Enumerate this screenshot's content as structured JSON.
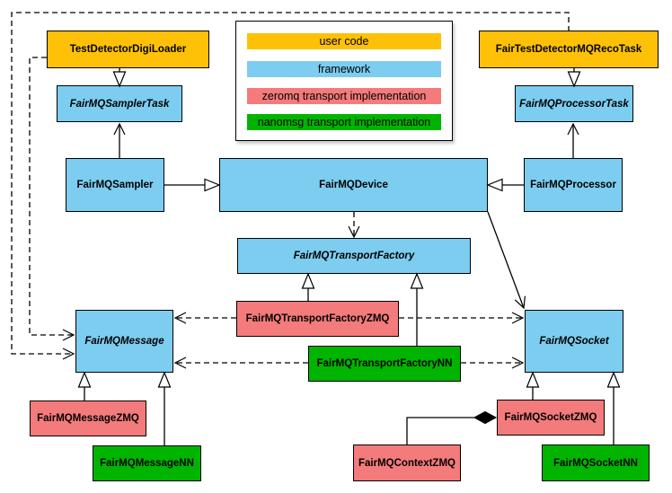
{
  "colors": {
    "user_code": "#FFC107",
    "framework": "#7CCDF0",
    "zeromq": "#F47B7B",
    "nanomsg": "#00B400",
    "edge": "#000000",
    "background": "#FFFFFF"
  },
  "legend": {
    "items": [
      {
        "label": "user code",
        "color": "#FFC107"
      },
      {
        "label": "framework",
        "color": "#7CCDF0"
      },
      {
        "label": "zeromq transport implementation",
        "color": "#F47B7B"
      },
      {
        "label": "nanomsg transport implementation",
        "color": "#00B400"
      }
    ]
  },
  "nodes": {
    "test_detector_digi_loader": {
      "label": "TestDetectorDigiLoader",
      "category": "user code",
      "abstract": false
    },
    "fairmq_sampler_task": {
      "label": "FairMQSamplerTask",
      "category": "framework",
      "abstract": true
    },
    "fair_test_detector_mq_reco_task": {
      "label": "FairTestDetectorMQRecoTask",
      "category": "user code",
      "abstract": false
    },
    "fairmq_processor_task": {
      "label": "FairMQProcessorTask",
      "category": "framework",
      "abstract": true
    },
    "fairmq_sampler": {
      "label": "FairMQSampler",
      "category": "framework",
      "abstract": false
    },
    "fairmq_device": {
      "label": "FairMQDevice",
      "category": "framework",
      "abstract": false
    },
    "fairmq_processor": {
      "label": "FairMQProcessor",
      "category": "framework",
      "abstract": false
    },
    "fairmq_transport_factory": {
      "label": "FairMQTransportFactory",
      "category": "framework",
      "abstract": true
    },
    "fairmq_transport_factory_zmq": {
      "label": "FairMQTransportFactoryZMQ",
      "category": "zeromq",
      "abstract": false
    },
    "fairmq_transport_factory_nn": {
      "label": "FairMQTransportFactoryNN",
      "category": "nanomsg",
      "abstract": false
    },
    "fairmq_message": {
      "label": "FairMQMessage",
      "category": "framework",
      "abstract": true
    },
    "fairmq_socket": {
      "label": "FairMQSocket",
      "category": "framework",
      "abstract": true
    },
    "fairmq_message_zmq": {
      "label": "FairMQMessageZMQ",
      "category": "zeromq",
      "abstract": false
    },
    "fairmq_message_nn": {
      "label": "FairMQMessageNN",
      "category": "nanomsg",
      "abstract": false
    },
    "fairmq_context_zmq": {
      "label": "FairMQContextZMQ",
      "category": "zeromq",
      "abstract": false
    },
    "fairmq_socket_zmq": {
      "label": "FairMQSocketZMQ",
      "category": "zeromq",
      "abstract": false
    },
    "fairmq_socket_nn": {
      "label": "FairMQSocketNN",
      "category": "nanomsg",
      "abstract": false
    }
  },
  "edges": [
    {
      "from": "TestDetectorDigiLoader",
      "to": "FairMQSamplerTask",
      "kind": "inheritance",
      "line": "solid"
    },
    {
      "from": "FairTestDetectorMQRecoTask",
      "to": "FairMQProcessorTask",
      "kind": "inheritance",
      "line": "solid"
    },
    {
      "from": "FairMQSampler",
      "to": "FairMQDevice",
      "kind": "inheritance",
      "line": "solid"
    },
    {
      "from": "FairMQProcessor",
      "to": "FairMQDevice",
      "kind": "inheritance",
      "line": "solid"
    },
    {
      "from": "FairMQSampler",
      "to": "FairMQSamplerTask",
      "kind": "association",
      "line": "solid"
    },
    {
      "from": "FairMQProcessor",
      "to": "FairMQProcessorTask",
      "kind": "association",
      "line": "solid"
    },
    {
      "from": "FairMQDevice",
      "to": "FairMQTransportFactory",
      "kind": "dependency",
      "line": "dashed"
    },
    {
      "from": "FairMQDevice",
      "to": "FairMQSocket",
      "kind": "association",
      "line": "solid"
    },
    {
      "from": "FairMQTransportFactoryZMQ",
      "to": "FairMQTransportFactory",
      "kind": "inheritance",
      "line": "solid"
    },
    {
      "from": "FairMQTransportFactoryNN",
      "to": "FairMQTransportFactory",
      "kind": "inheritance",
      "line": "solid"
    },
    {
      "from": "FairMQTransportFactoryZMQ",
      "to": "FairMQMessage",
      "kind": "dependency",
      "line": "dashed"
    },
    {
      "from": "FairMQTransportFactoryZMQ",
      "to": "FairMQSocket",
      "kind": "dependency",
      "line": "dashed"
    },
    {
      "from": "FairMQTransportFactoryNN",
      "to": "FairMQMessage",
      "kind": "dependency",
      "line": "dashed"
    },
    {
      "from": "FairMQTransportFactoryNN",
      "to": "FairMQSocket",
      "kind": "dependency",
      "line": "dashed"
    },
    {
      "from": "FairMQMessageZMQ",
      "to": "FairMQMessage",
      "kind": "inheritance",
      "line": "solid"
    },
    {
      "from": "FairMQMessageNN",
      "to": "FairMQMessage",
      "kind": "inheritance",
      "line": "solid"
    },
    {
      "from": "FairMQSocketZMQ",
      "to": "FairMQSocket",
      "kind": "inheritance",
      "line": "solid"
    },
    {
      "from": "FairMQSocketNN",
      "to": "FairMQSocket",
      "kind": "inheritance",
      "line": "solid"
    },
    {
      "from": "FairMQContextZMQ",
      "to": "FairMQSocketZMQ",
      "kind": "composition",
      "line": "solid"
    },
    {
      "from": "TestDetectorDigiLoader",
      "to": "FairMQMessage",
      "kind": "dependency",
      "line": "dashed"
    },
    {
      "from": "FairTestDetectorMQRecoTask",
      "to": "FairMQMessage",
      "kind": "dependency",
      "line": "dashed"
    }
  ]
}
